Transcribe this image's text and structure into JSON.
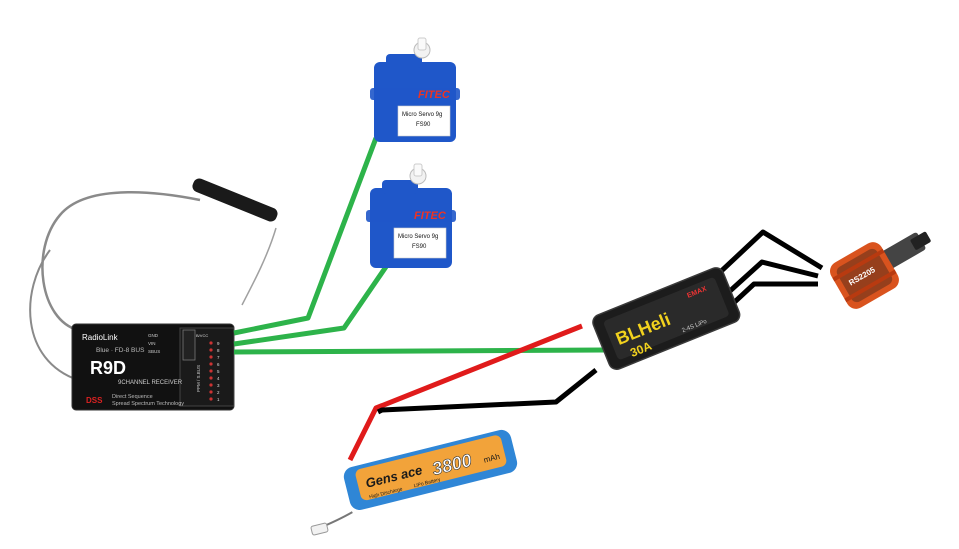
{
  "receiver": {
    "brand": "RadioLink",
    "model": "R9D",
    "line1": "Blue · FD-8 BUS",
    "subtitle": "9CHANNEL RECEIVER",
    "footer1": "Direct Sequence",
    "footer2": "Spread Spectrum Technology",
    "dss": "DSS",
    "pins": [
      "GND",
      "VIN",
      "SBUS"
    ],
    "ports": [
      "B/VCC",
      "9",
      "8",
      "7",
      "6",
      "5",
      "4",
      "3",
      "2",
      "1"
    ],
    "ppm": "PPM / S.BUS"
  },
  "servo_top": {
    "brand": "FITEC",
    "line1": "Micro Servo 9g",
    "line2": "FS90"
  },
  "servo_bottom": {
    "brand": "FITEC",
    "line1": "Micro Servo 9g",
    "line2": "FS90"
  },
  "esc": {
    "brand": "EMAX",
    "name": "BLHeli",
    "rating": "30A",
    "spec": "2-4S LiPo"
  },
  "motor": {
    "label": "RS2205"
  },
  "battery": {
    "brand": "Gens ace",
    "capacity": "3800",
    "unit": "mAh",
    "line1": "High Discharge",
    "line2": "LiPo Battery"
  },
  "colors": {
    "signal_wire": "#2db34a",
    "power_positive": "#e01b1b",
    "power_negative": "#000000",
    "servo_blue": "#1f57c9",
    "motor_orange": "#d9531e",
    "battery_blue": "#2f86d6",
    "battery_label": "#f2a33a"
  }
}
